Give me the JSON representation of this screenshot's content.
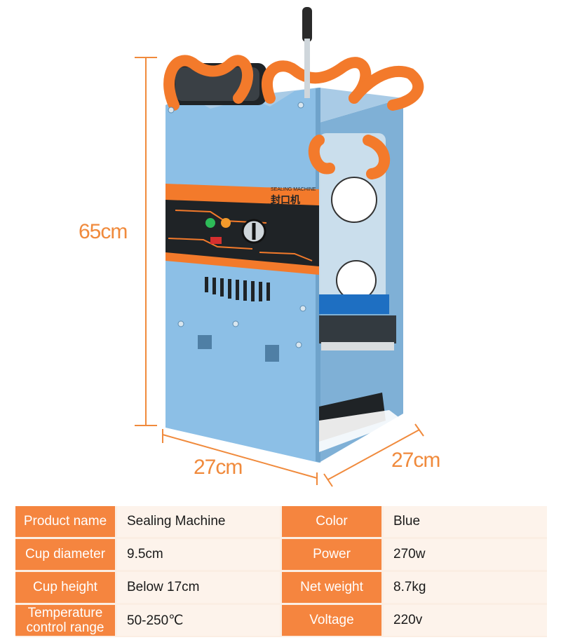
{
  "dimensions": {
    "height": "65cm",
    "width": "27cm",
    "depth": "27cm"
  },
  "panel": {
    "title_en": "SEALING MACHINE",
    "title_cn": "封口机"
  },
  "colors": {
    "accent_orange": "#f5853f",
    "machine_blue": "#8cbfe6",
    "dimension_line": "#f08a3c"
  },
  "specs": [
    [
      {
        "label": "Product name",
        "value": "Sealing Machine"
      },
      {
        "label": "Color",
        "value": "Blue"
      }
    ],
    [
      {
        "label": "Cup diameter",
        "value": "9.5cm"
      },
      {
        "label": "Power",
        "value": "270w"
      }
    ],
    [
      {
        "label": "Cup height",
        "value": "Below 17cm"
      },
      {
        "label": "Net weight",
        "value": "8.7kg"
      }
    ],
    [
      {
        "label": "Temperature control range",
        "value": "50-250℃"
      },
      {
        "label": "Voltage",
        "value": "220v"
      }
    ]
  ]
}
